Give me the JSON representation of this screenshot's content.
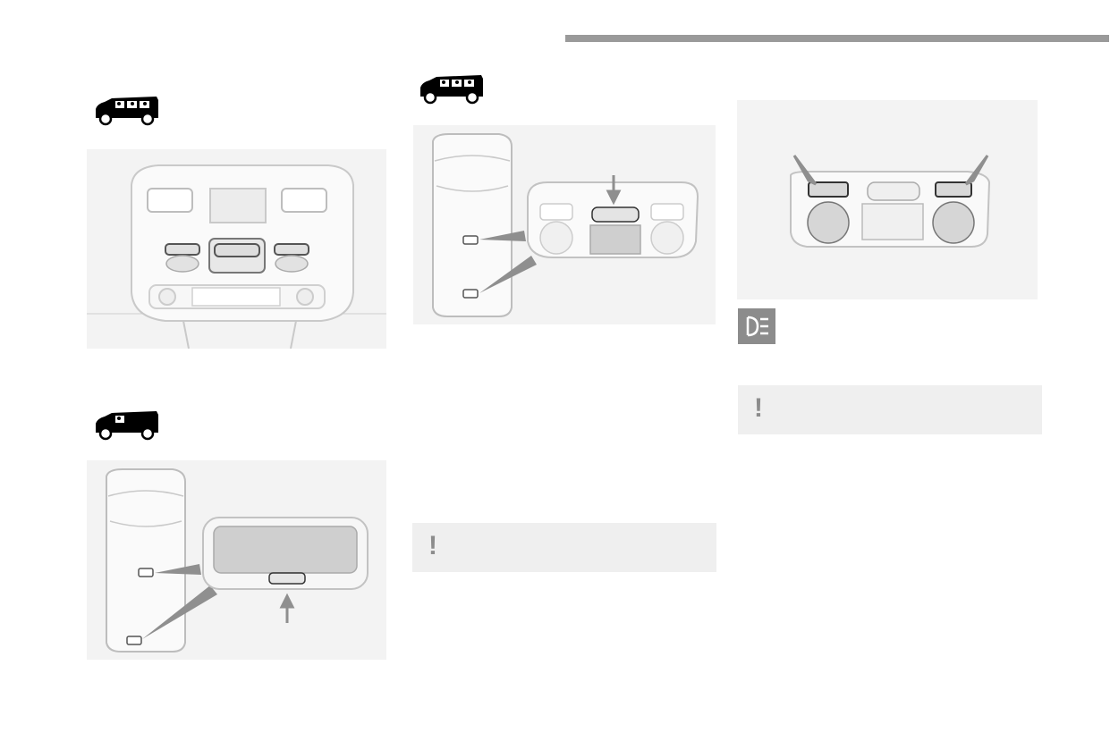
{
  "page": {
    "section_bar_color": "#9a9a9a",
    "panel_color": "#f3f3f3",
    "warning_box_color": "#efefef",
    "icon_color": "#8c8c8c"
  },
  "figures": [
    {
      "id": "fig-front-console",
      "vehicle": "van-with-windows",
      "subject": "front-roof-console",
      "arrows": 0
    },
    {
      "id": "fig-van-panel",
      "vehicle": "panel-van",
      "subject": "rear-lamp-with-button",
      "arrows": 1
    },
    {
      "id": "fig-windowed-van",
      "vehicle": "van-with-windows",
      "subject": "rear-lamp-console",
      "arrows": 1
    },
    {
      "id": "fig-map-lamps",
      "vehicle": "none",
      "subject": "reading-lamp-console",
      "arrows": 2
    }
  ],
  "icons": {
    "vehicle_icon": "vehicle-silhouette-icon",
    "info_icon": "lighting-info-icon",
    "warning_icon": "exclamation-icon"
  },
  "warnings": {
    "mark": "!"
  }
}
